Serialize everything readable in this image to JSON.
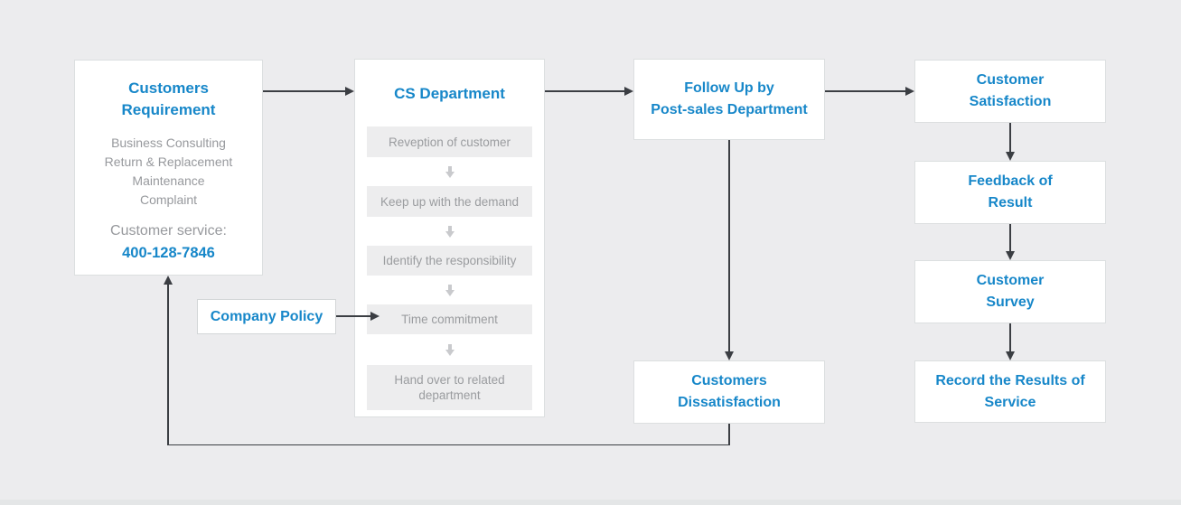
{
  "colors": {
    "accent_blue": "#1787c9",
    "muted_gray_text": "#97999d",
    "step_bg": "#ededee",
    "connector": "#3b3e43",
    "page_bg": "#ececee"
  },
  "boxes": {
    "customers_requirement": {
      "lines": [
        "Customers",
        "Requirement"
      ],
      "items": [
        "Business Consulting",
        "Return & Replacement",
        "Maintenance",
        "Complaint"
      ],
      "service_label": "Customer service:",
      "service_phone": "400-128-7846"
    },
    "cs_department": {
      "title": "CS Department",
      "steps": [
        "Reveption of customer",
        "Keep up with the demand",
        "Identify the responsibility",
        "Time commitment",
        "Hand over to related department"
      ]
    },
    "company_policy": {
      "title": "Company Policy"
    },
    "follow_up": {
      "lines": [
        "Follow Up by",
        "Post-sales Department"
      ]
    },
    "customer_satisfaction": {
      "lines": [
        "Customer",
        "Satisfaction"
      ]
    },
    "feedback_of_result": {
      "lines": [
        "Feedback of",
        "Result"
      ]
    },
    "customer_survey": {
      "lines": [
        "Customer",
        "Survey"
      ]
    },
    "record_results": {
      "lines": [
        "Record the Results of",
        "Service"
      ]
    },
    "customers_dissatisfaction": {
      "lines": [
        "Customers",
        "Dissatisfaction"
      ]
    }
  }
}
